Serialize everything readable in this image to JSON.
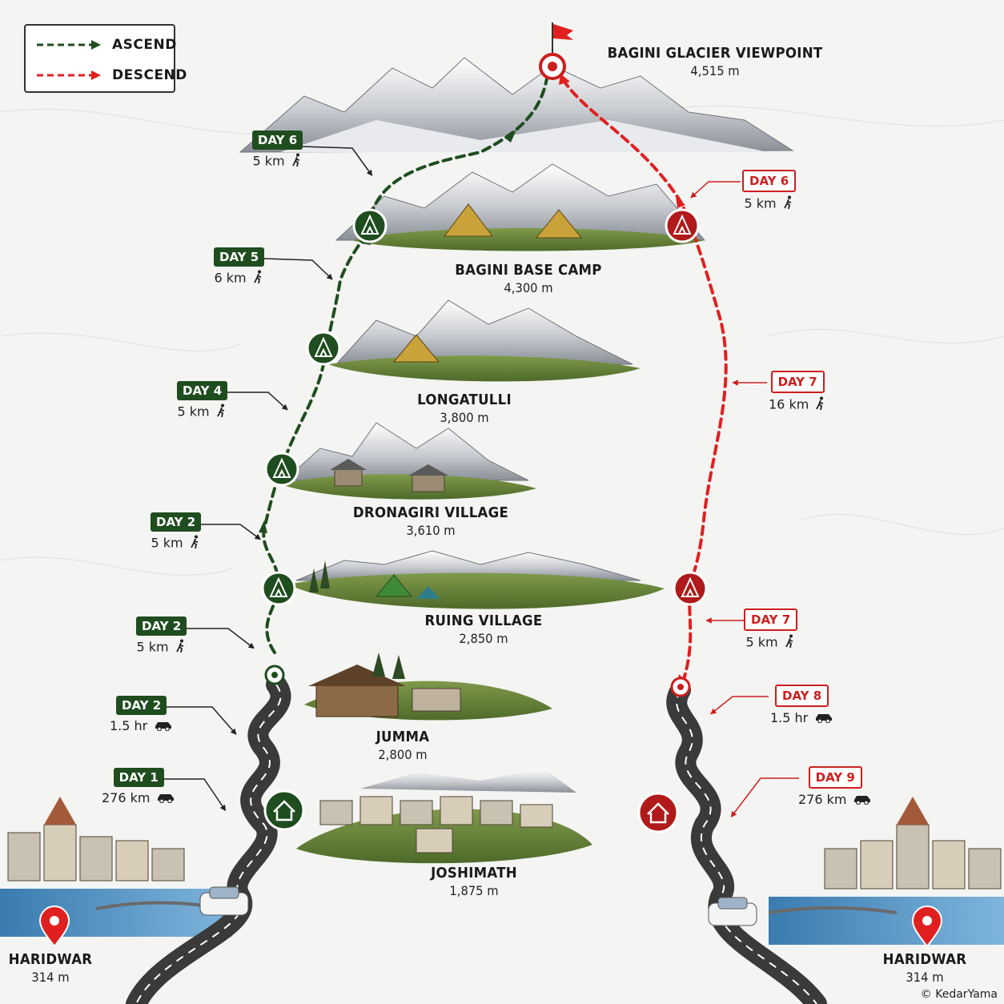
{
  "legend": {
    "ascend_label": "ASCEND",
    "descend_label": "DESCEND"
  },
  "colors": {
    "ascend": "#1f4d1f",
    "descend": "#e02020",
    "road": "#3a3a3a"
  },
  "locations": {
    "summit": {
      "name": "BAGINI GLACIER VIEWPOINT",
      "elevation": "4,515 m",
      "icon": "flag-icon"
    },
    "base_camp": {
      "name": "BAGINI BASE CAMP",
      "elevation": "4,300 m",
      "icon": "tent-icon"
    },
    "longatulli": {
      "name": "LONGATULLI",
      "elevation": "3,800 m",
      "icon": "tent-icon"
    },
    "dronagiri": {
      "name": "DRONAGIRI VILLAGE",
      "elevation": "3,610 m",
      "icon": "tent-icon"
    },
    "ruing": {
      "name": "RUING VILLAGE",
      "elevation": "2,850 m",
      "icon": "tent-icon"
    },
    "jumma": {
      "name": "JUMMA",
      "elevation": "2,800 m",
      "icon": "trailhead-icon"
    },
    "joshimath": {
      "name": "JOSHIMATH",
      "elevation": "1,875 m",
      "icon": "home-icon"
    },
    "haridwar_left": {
      "name": "HARIDWAR",
      "elevation": "314 m",
      "icon": "map-pin-icon"
    },
    "haridwar_right": {
      "name": "HARIDWAR",
      "elevation": "314 m",
      "icon": "map-pin-icon"
    }
  },
  "ascent_days": [
    {
      "day": "DAY 6",
      "distance": "5 km",
      "mode": "walk"
    },
    {
      "day": "DAY 5",
      "distance": "6 km",
      "mode": "walk"
    },
    {
      "day": "DAY 4",
      "distance": "5 km",
      "mode": "walk"
    },
    {
      "day": "DAY 2",
      "distance": "5 km",
      "mode": "walk"
    },
    {
      "day": "DAY 2",
      "distance": "5 km",
      "mode": "walk"
    },
    {
      "day": "DAY 2",
      "distance": "1.5 hr",
      "mode": "car"
    },
    {
      "day": "DAY 1",
      "distance": "276 km",
      "mode": "car"
    }
  ],
  "descent_days": [
    {
      "day": "DAY 6",
      "distance": "5 km",
      "mode": "walk"
    },
    {
      "day": "DAY 7",
      "distance": "16 km",
      "mode": "walk"
    },
    {
      "day": "DAY 7",
      "distance": "5 km",
      "mode": "walk"
    },
    {
      "day": "DAY 8",
      "distance": "1.5 hr",
      "mode": "car"
    },
    {
      "day": "DAY 9",
      "distance": "276 km",
      "mode": "car"
    }
  ],
  "credit": "© KedarYama"
}
